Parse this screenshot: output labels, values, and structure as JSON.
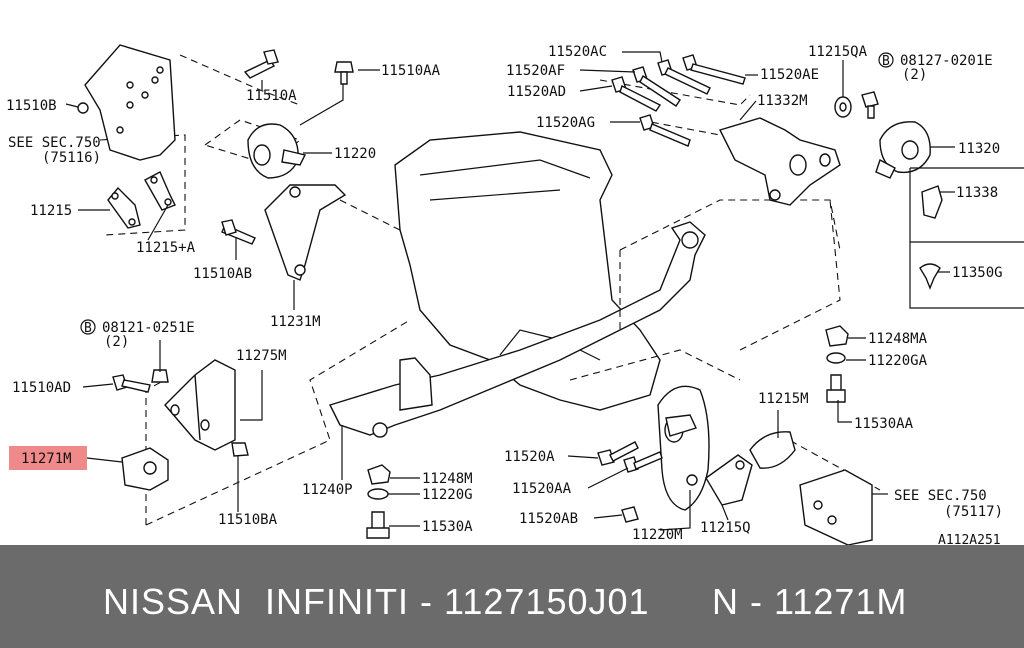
{
  "labels": {
    "l11510B": "11510B",
    "l11510A": "11510A",
    "l11510AA": "11510AA",
    "see750a": "SEE SEC.750",
    "see750a_ref": "(75116)",
    "l11220": "11220",
    "l11215": "11215",
    "l11215A": "11215+A",
    "l11510AB": "11510AB",
    "l11231M": "11231M",
    "l08121": "08121-0251E",
    "l08121q": "(2)",
    "l11275M": "11275M",
    "l11510AD": "11510AD",
    "l11271M": "11271M",
    "l11510BA": "11510BA",
    "l11240P": "11240P",
    "l11248M": "11248M",
    "l11220G": "11220G",
    "l11530A": "11530A",
    "l11520AC": "11520AC",
    "l11520AF": "11520AF",
    "l11520AD": "11520AD",
    "l11520AG": "11520AG",
    "l11520AE": "11520AE",
    "l11332M": "11332M",
    "l11215QA": "11215QA",
    "l08127": "08127-0201E",
    "l08127q": "(2)",
    "l11320": "11320",
    "l11338": "11338",
    "l11350G": "11350G",
    "l11248MA": "11248MA",
    "l11220GA": "11220GA",
    "l11215M": "11215M",
    "l11530AA": "11530AA",
    "l11520A": "11520A",
    "l11520AA": "11520AA",
    "l11520AB": "11520AB",
    "l11220M": "11220M",
    "l11215Q": "11215Q",
    "see750b": "SEE SEC.750",
    "see750b_ref": "(75117)",
    "ref": "A112A251",
    "bolt_mark": "B"
  },
  "footer": {
    "brand": "NISSAN  INFINITI - 1127150J01",
    "code": "N - 11271M"
  },
  "colors": {
    "highlight": "#f08a8a",
    "footer_bg": "#6b6b6b",
    "footer_text": "#ffffff"
  }
}
